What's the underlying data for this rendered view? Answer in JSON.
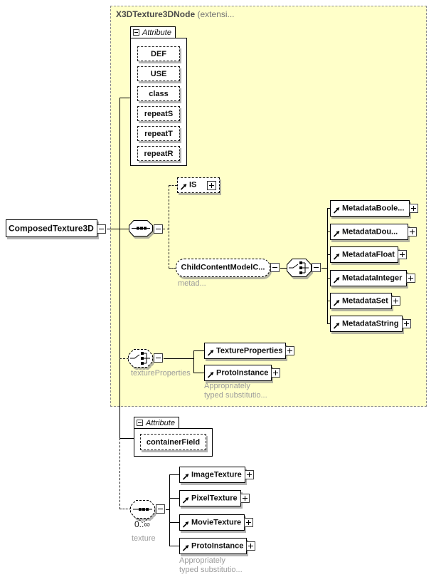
{
  "colors": {
    "region_bg": "#ffffc9",
    "region_border": "#8a8a8a",
    "box_border": "#000000",
    "box_bg": "#ffffff",
    "shadow": "#8c8c8c",
    "annotation_text": "#9c9c9c",
    "title_text": "#4a4a4a"
  },
  "icons": {
    "sequence": "sequence-compositor (octagon with dotted line)",
    "choice": "choice-compositor (octagon with switch)",
    "collapse": "minus-box",
    "expand": "plus-box",
    "reference": "northeast-arrow",
    "repeat_marker": "dashed-chevron"
  },
  "region_title": {
    "name": "X3DTexture3DNode",
    "suffix": " (extensi..."
  },
  "root": {
    "label": "ComposedTexture3D"
  },
  "attr_top": {
    "tab": "Attribute",
    "items": [
      "DEF",
      "USE",
      "class",
      "repeatS",
      "repeatT",
      "repeatR"
    ]
  },
  "is": {
    "label": "IS"
  },
  "ccm": {
    "label": "ChildContentModelC...",
    "annotation": "metad..."
  },
  "metadata": {
    "items": [
      "MetadataBoole...",
      "MetadataDou...",
      "MetadataFloat",
      "MetadataInteger",
      "MetadataSet",
      "MetadataString"
    ]
  },
  "texprops": {
    "label": "textureProperties",
    "items": [
      "TextureProperties",
      "ProtoInstance"
    ],
    "note1": "Appropriately",
    "note2": "typed substitutio..."
  },
  "attr_bottom": {
    "tab": "Attribute",
    "items": [
      "containerField"
    ]
  },
  "texture": {
    "cardinality": "0..∞",
    "label": "texture",
    "items": [
      "ImageTexture",
      "PixelTexture",
      "MovieTexture",
      "ProtoInstance"
    ],
    "note1": "Appropriately",
    "note2": "typed substitutio..."
  }
}
